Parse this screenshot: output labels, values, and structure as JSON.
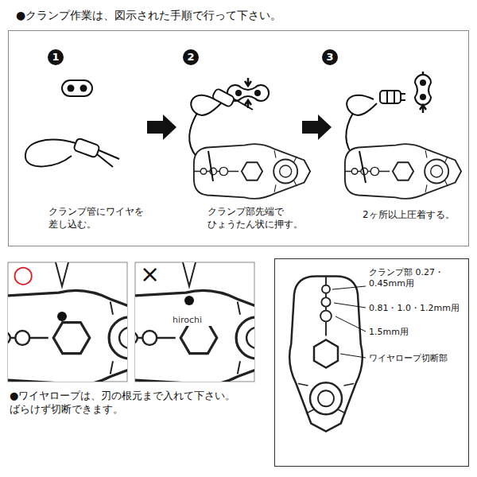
{
  "diagram": {
    "title": "●クランプ作業は、図示された手順で行って下さい。",
    "nodes": [
      {
        "text": [
          "クランプ管にワイヤを 差し込む。",
          "クランプ部先端で ひょうたん状に押す。",
          "2ヶ所以上圧着する。"
        ]
      },
      {
        "text": [
          "クランプ部 0.27・0.45mm用",
          "0.81・1.0・1.2mm用",
          "1.5mm用",
          "ワイヤロープ切断部"
        ]
      }
    ],
    "labels": [
      "1",
      "2",
      "3",
      "○",
      "×",
      "hirochi",
      "●ワイヤロープは、刃の根元まで入れて下さい。 ばらけず切断できます。"
    ]
  }
}
